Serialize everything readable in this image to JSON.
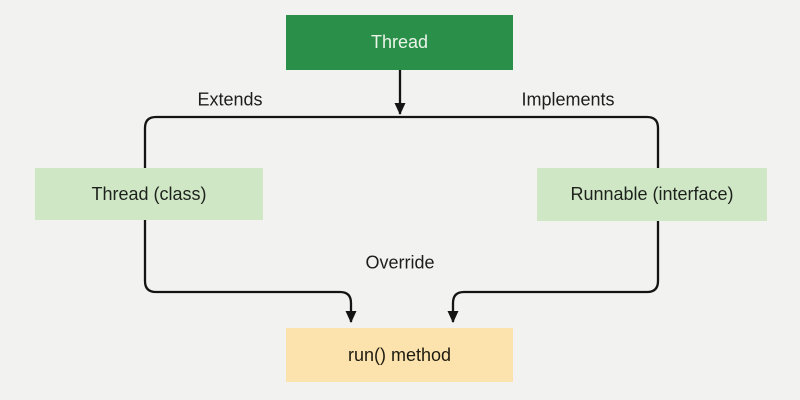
{
  "diagram": {
    "nodes": {
      "thread": {
        "label": "Thread"
      },
      "thread_class": {
        "label": "Thread (class)"
      },
      "runnable_interface": {
        "label": "Runnable (interface)"
      },
      "run_method": {
        "label": "run() method"
      }
    },
    "edge_labels": {
      "extends": "Extends",
      "implements": "Implements",
      "override": "Override"
    },
    "colors": {
      "background": "#f2f2f0",
      "thread_fill": "#2a9049",
      "branch_fill": "#cfe7c5",
      "run_fill": "#fce3ae",
      "connector": "#141414",
      "label_text": "#1d1d1d",
      "thread_text": "#ecf3e9"
    }
  }
}
